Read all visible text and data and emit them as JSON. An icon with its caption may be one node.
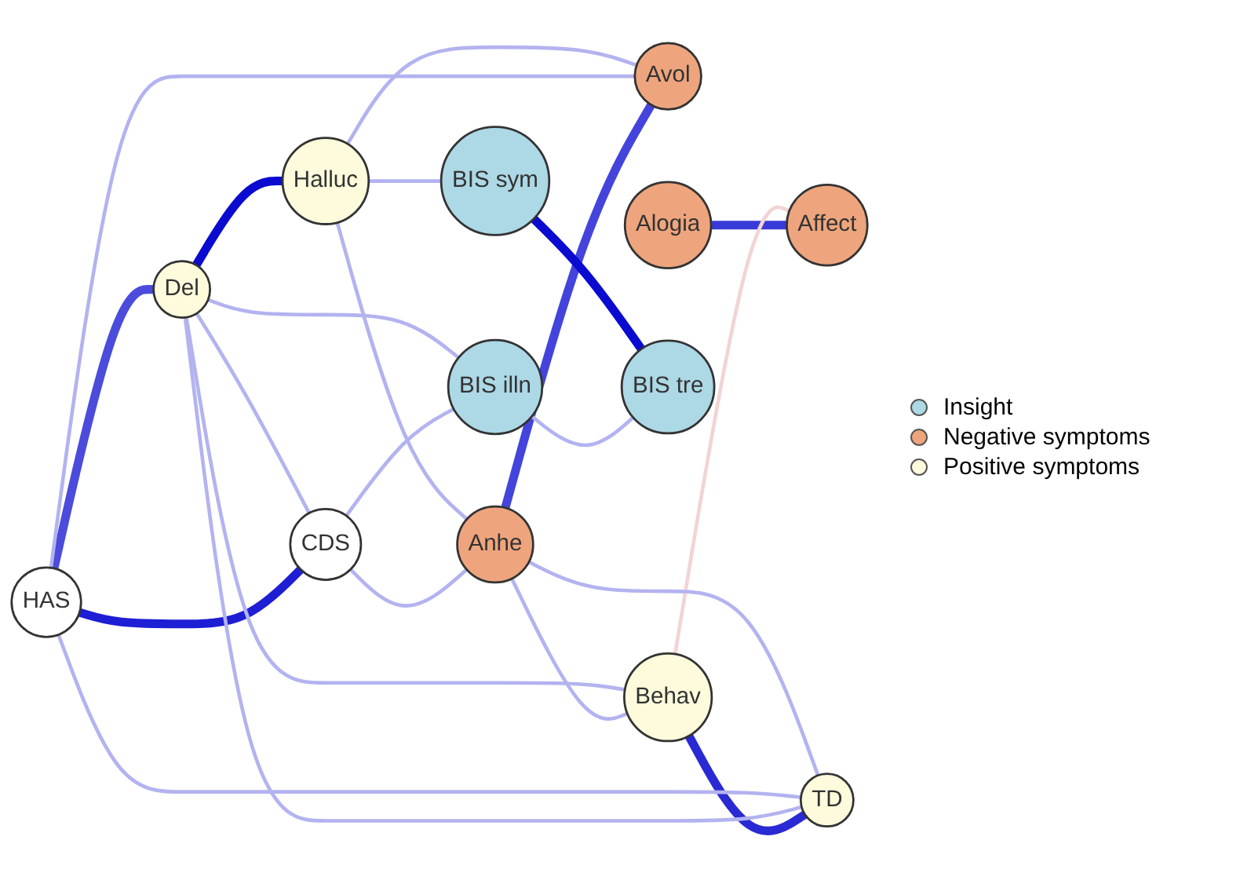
{
  "diagram": {
    "nodes": [
      {
        "text": [
          "Halluc"
        ]
      },
      {
        "text": [
          "HAS"
        ]
      },
      {
        "text": [
          "Del"
        ]
      },
      {
        "text": [
          "CDS"
        ]
      },
      {
        "text": [
          "Anhe"
        ]
      },
      {
        "text": [
          "Avol"
        ]
      },
      {
        "text": [
          "BIS illn"
        ]
      },
      {
        "text": [
          "Behav"
        ]
      },
      {
        "text": [
          "TD"
        ]
      },
      {
        "text": [
          "BIS sym"
        ]
      },
      {
        "text": [
          "BIS tre"
        ]
      },
      {
        "text": [
          "Alogia"
        ]
      },
      {
        "text": [
          "Affect"
        ]
      }
    ],
    "edges": [
      {
        "from": 1,
        "to": 2,
        "arrow": "none",
        "style": "thick",
        "color": "#4b4bdc"
      },
      {
        "from": 2,
        "to": 0,
        "arrow": "none",
        "style": "thick",
        "color": "#0a0ad0"
      },
      {
        "from": 1,
        "to": 3,
        "arrow": "none",
        "style": "thick",
        "color": "#1e1ed4"
      },
      {
        "from": 3,
        "to": 4,
        "arrow": "none"
      },
      {
        "from": 4,
        "to": 5,
        "arrow": "none",
        "style": "thick",
        "color": "#4444dc"
      },
      {
        "from": 3,
        "to": 6,
        "arrow": "none"
      },
      {
        "from": 6,
        "to": 10,
        "arrow": "none"
      },
      {
        "from": 9,
        "to": 10,
        "arrow": "none",
        "style": "thick",
        "color": "#0a0ad0"
      },
      {
        "from": 7,
        "to": 8,
        "arrow": "none",
        "style": "thick",
        "color": "#2a2ad4"
      },
      {
        "from": 11,
        "to": 12,
        "arrow": "none",
        "style": "thick",
        "color": "#3a3ad8"
      },
      {
        "from": 7,
        "to": 12,
        "arrow": "none",
        "color": "#f2d4d4"
      },
      {
        "from": 4,
        "to": 7,
        "arrow": "none"
      },
      {
        "from": 2,
        "to": 7,
        "arrow": "none"
      },
      {
        "from": 2,
        "to": 8,
        "arrow": "none"
      },
      {
        "from": 1,
        "to": 8,
        "arrow": "none"
      },
      {
        "from": 1,
        "to": 5,
        "arrow": "none"
      },
      {
        "from": 0,
        "to": 5,
        "arrow": "none"
      },
      {
        "from": 0,
        "to": 4,
        "arrow": "none"
      },
      {
        "from": 4,
        "to": 8,
        "arrow": "none"
      },
      {
        "from": 2,
        "to": 3,
        "arrow": "none"
      },
      {
        "from": 2,
        "to": 6,
        "arrow": "none"
      },
      {
        "from": 0,
        "to": 9,
        "arrow": "none"
      }
    ],
    "legend": [
      {
        "text": "Insight",
        "color": "#add8e6"
      },
      {
        "text": "Negative symptoms",
        "color": "#eea57d"
      },
      {
        "text": "Positive symptoms",
        "color": "#fdfbdc"
      }
    ]
  }
}
